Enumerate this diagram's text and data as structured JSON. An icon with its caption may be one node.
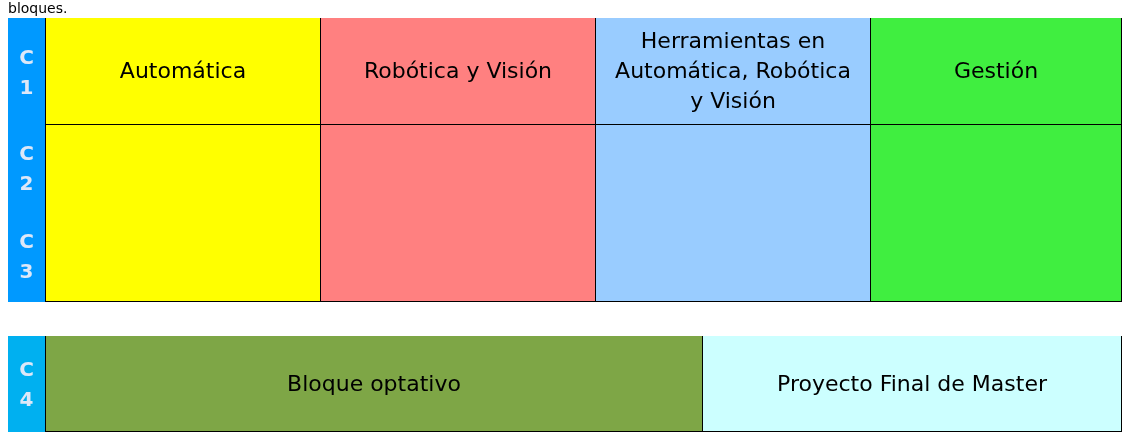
{
  "diagram": {
    "nodes": [
      {
        "text": [
          "C 1"
        ]
      },
      {
        "text": [
          "Automática"
        ]
      },
      {
        "text": [
          "Robótica y Visión"
        ]
      },
      {
        "text": [
          "Herramientas en Automática, Robótica y Visión"
        ]
      },
      {
        "text": [
          "Gestión"
        ]
      },
      {
        "text": [
          "C 2"
        ]
      },
      {
        "text": [],
        "shape": "box"
      },
      {
        "text": [],
        "shape": "box"
      },
      {
        "text": [],
        "shape": "box"
      },
      {
        "text": [],
        "shape": "box"
      },
      {
        "text": [
          "C 3"
        ]
      },
      {
        "text": [
          "C 4"
        ]
      },
      {
        "text": [
          "Bloque optativo"
        ]
      },
      {
        "text": [
          "Proyecto Final de Master"
        ]
      }
    ],
    "labels": [
      "bloques."
    ]
  }
}
